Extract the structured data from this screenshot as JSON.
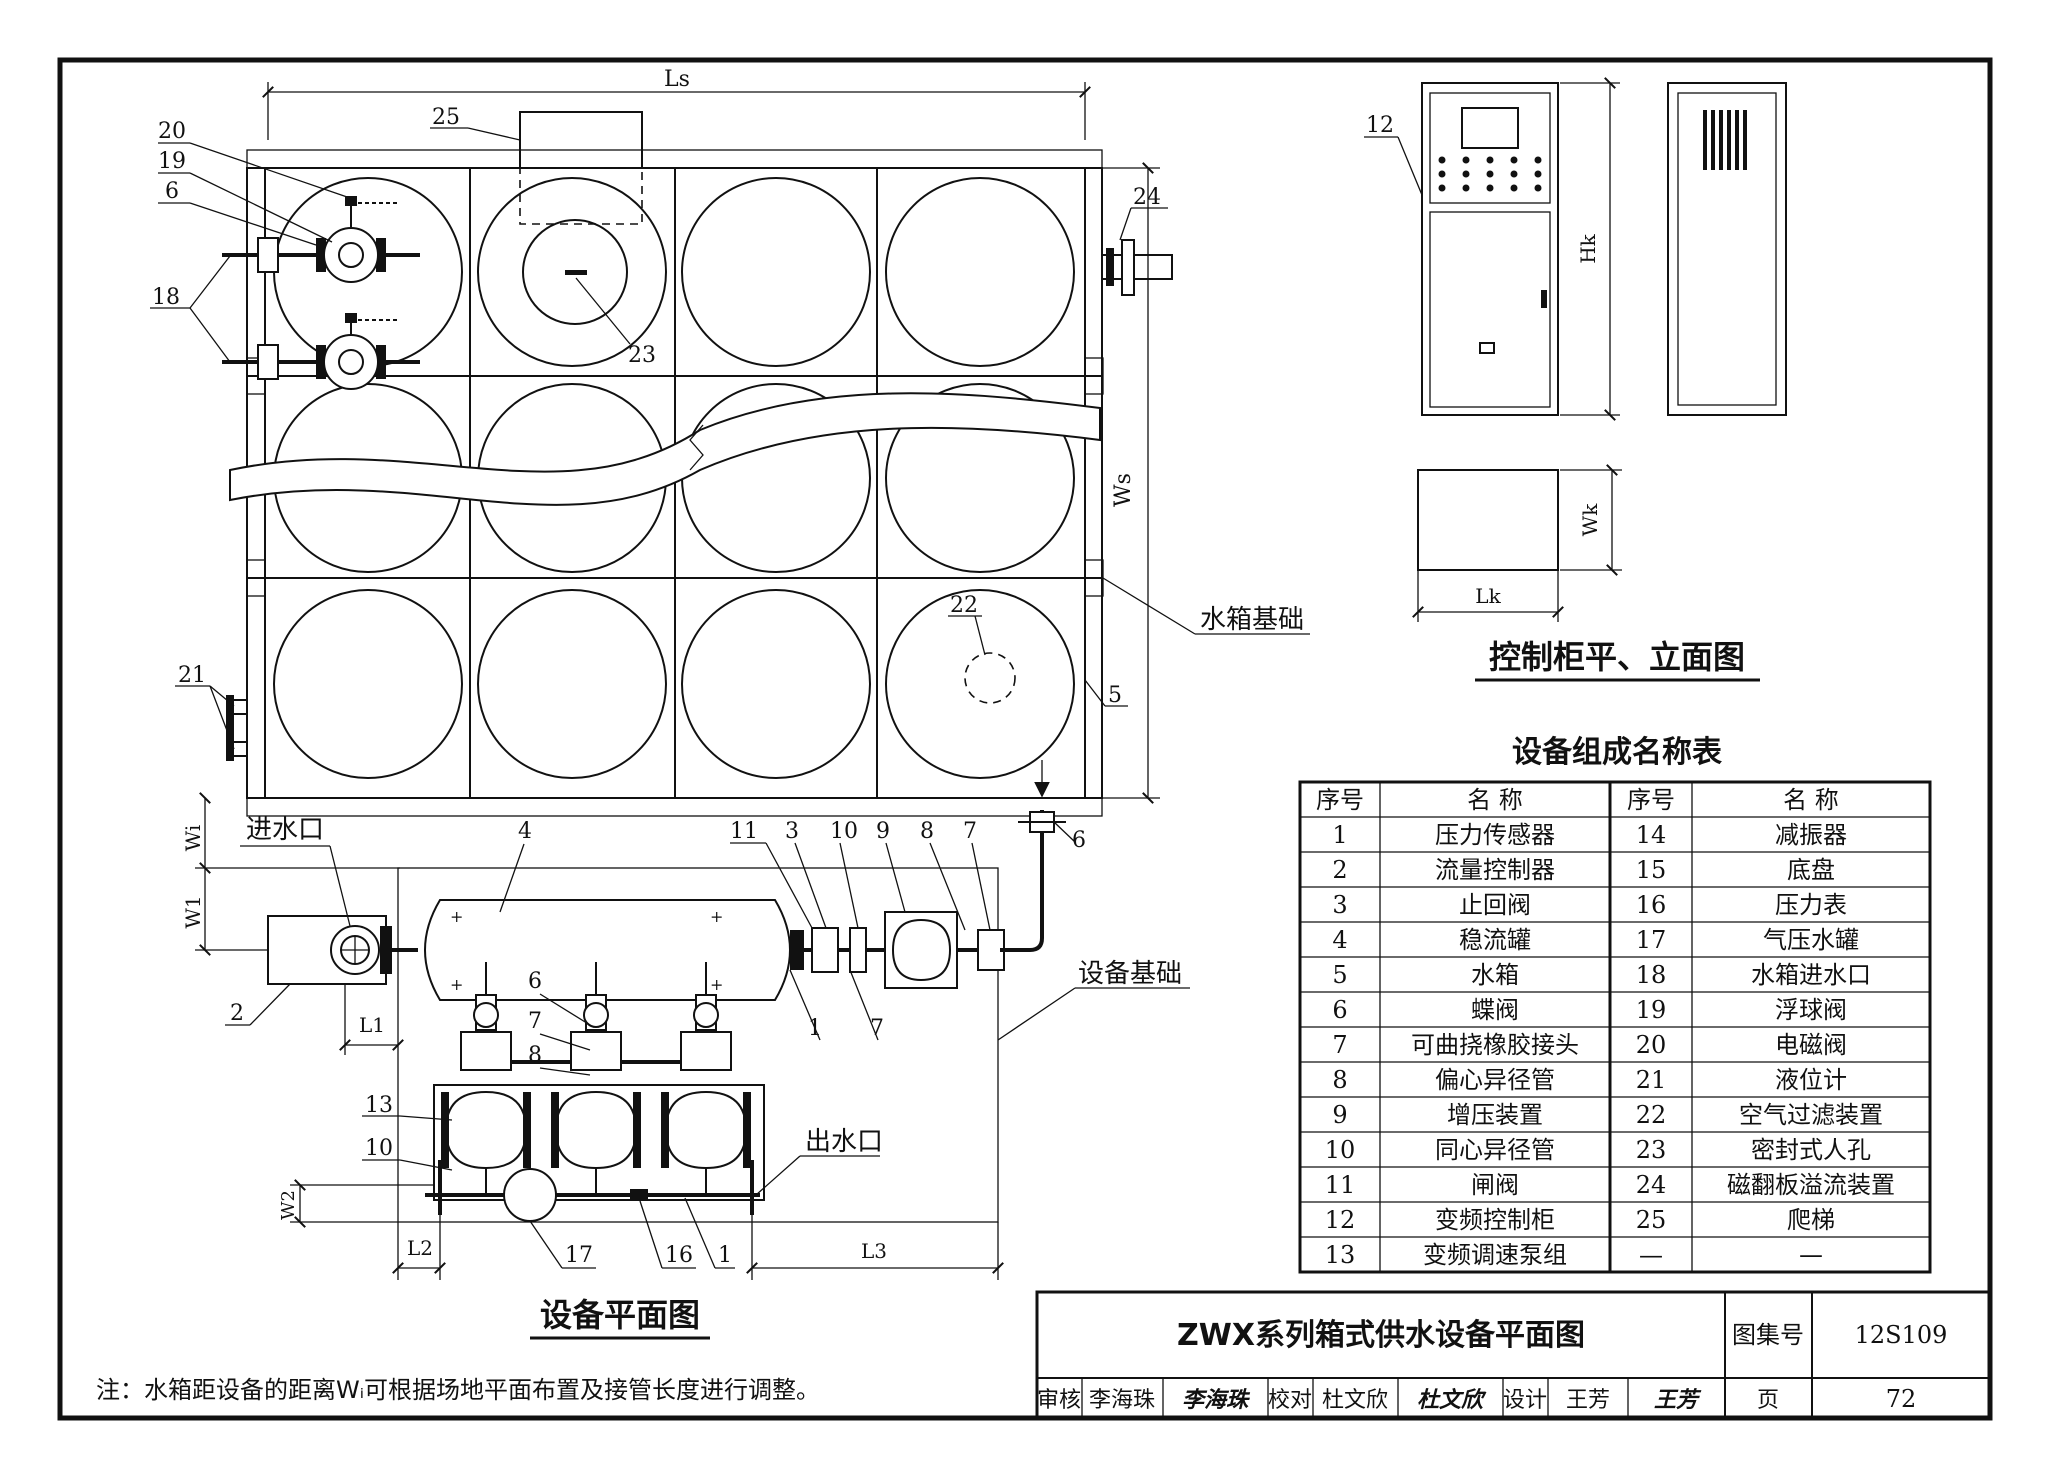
{
  "plan": {
    "title": "设备平面图",
    "note": "注：水箱距设备的距离Wᵢ可根据场地平面布置及接管长度进行调整。",
    "labels": {
      "water_inlet": "进水口",
      "water_outlet": "出水口",
      "tank_base": "水箱基础",
      "equipment_base": "设备基础"
    },
    "dims": {
      "ls": "Ls",
      "ws": "Ws",
      "wi": "Wi",
      "w1": "W1",
      "w2": "W2",
      "l1": "L1",
      "l2": "L2",
      "l3": "L3"
    },
    "callouts": {
      "c1": "1",
      "c2": "2",
      "c3": "3",
      "c4": "4",
      "c5": "5",
      "c6": "6",
      "c7": "7",
      "c8": "8",
      "c9": "9",
      "c10": "10",
      "c11": "11",
      "c13": "13",
      "c16": "16",
      "c17": "17",
      "c18": "18",
      "c19": "19",
      "c20": "20",
      "c21": "21",
      "c22": "22",
      "c23": "23",
      "c24": "24",
      "c25": "25"
    }
  },
  "cabinet": {
    "title": "控制柜平、立面图",
    "callout": "12",
    "dims": {
      "hk": "Hk",
      "wk": "Wk",
      "lk": "Lk"
    }
  },
  "legend": {
    "title": "设备组成名称表",
    "headers": [
      "序号",
      "名 称",
      "序号",
      "名 称"
    ],
    "rows": [
      [
        "1",
        "压力传感器",
        "14",
        "减振器"
      ],
      [
        "2",
        "流量控制器",
        "15",
        "底盘"
      ],
      [
        "3",
        "止回阀",
        "16",
        "压力表"
      ],
      [
        "4",
        "稳流罐",
        "17",
        "气压水罐"
      ],
      [
        "5",
        "水箱",
        "18",
        "水箱进水口"
      ],
      [
        "6",
        "蝶阀",
        "19",
        "浮球阀"
      ],
      [
        "7",
        "可曲挠橡胶接头",
        "20",
        "电磁阀"
      ],
      [
        "8",
        "偏心异径管",
        "21",
        "液位计"
      ],
      [
        "9",
        "增压装置",
        "22",
        "空气过滤装置"
      ],
      [
        "10",
        "同心异径管",
        "23",
        "密封式人孔"
      ],
      [
        "11",
        "闸阀",
        "24",
        "磁翻板溢流装置"
      ],
      [
        "12",
        "变频控制柜",
        "25",
        "爬梯"
      ],
      [
        "13",
        "变频调速泵组",
        "—",
        "—"
      ]
    ]
  },
  "title_block": {
    "drawing_title": "ZWX系列箱式供水设备平面图",
    "atlas_label": "图集号",
    "atlas_no": "12S109",
    "review_label": "审核",
    "reviewer": "李海珠",
    "reviewer_sig": "李海珠",
    "check_label": "校对",
    "checker": "杜文欣",
    "checker_sig": "杜文欣",
    "design_label": "设计",
    "designer": "王芳",
    "designer_sig": "王芳",
    "page_label": "页",
    "page_no": "72"
  }
}
